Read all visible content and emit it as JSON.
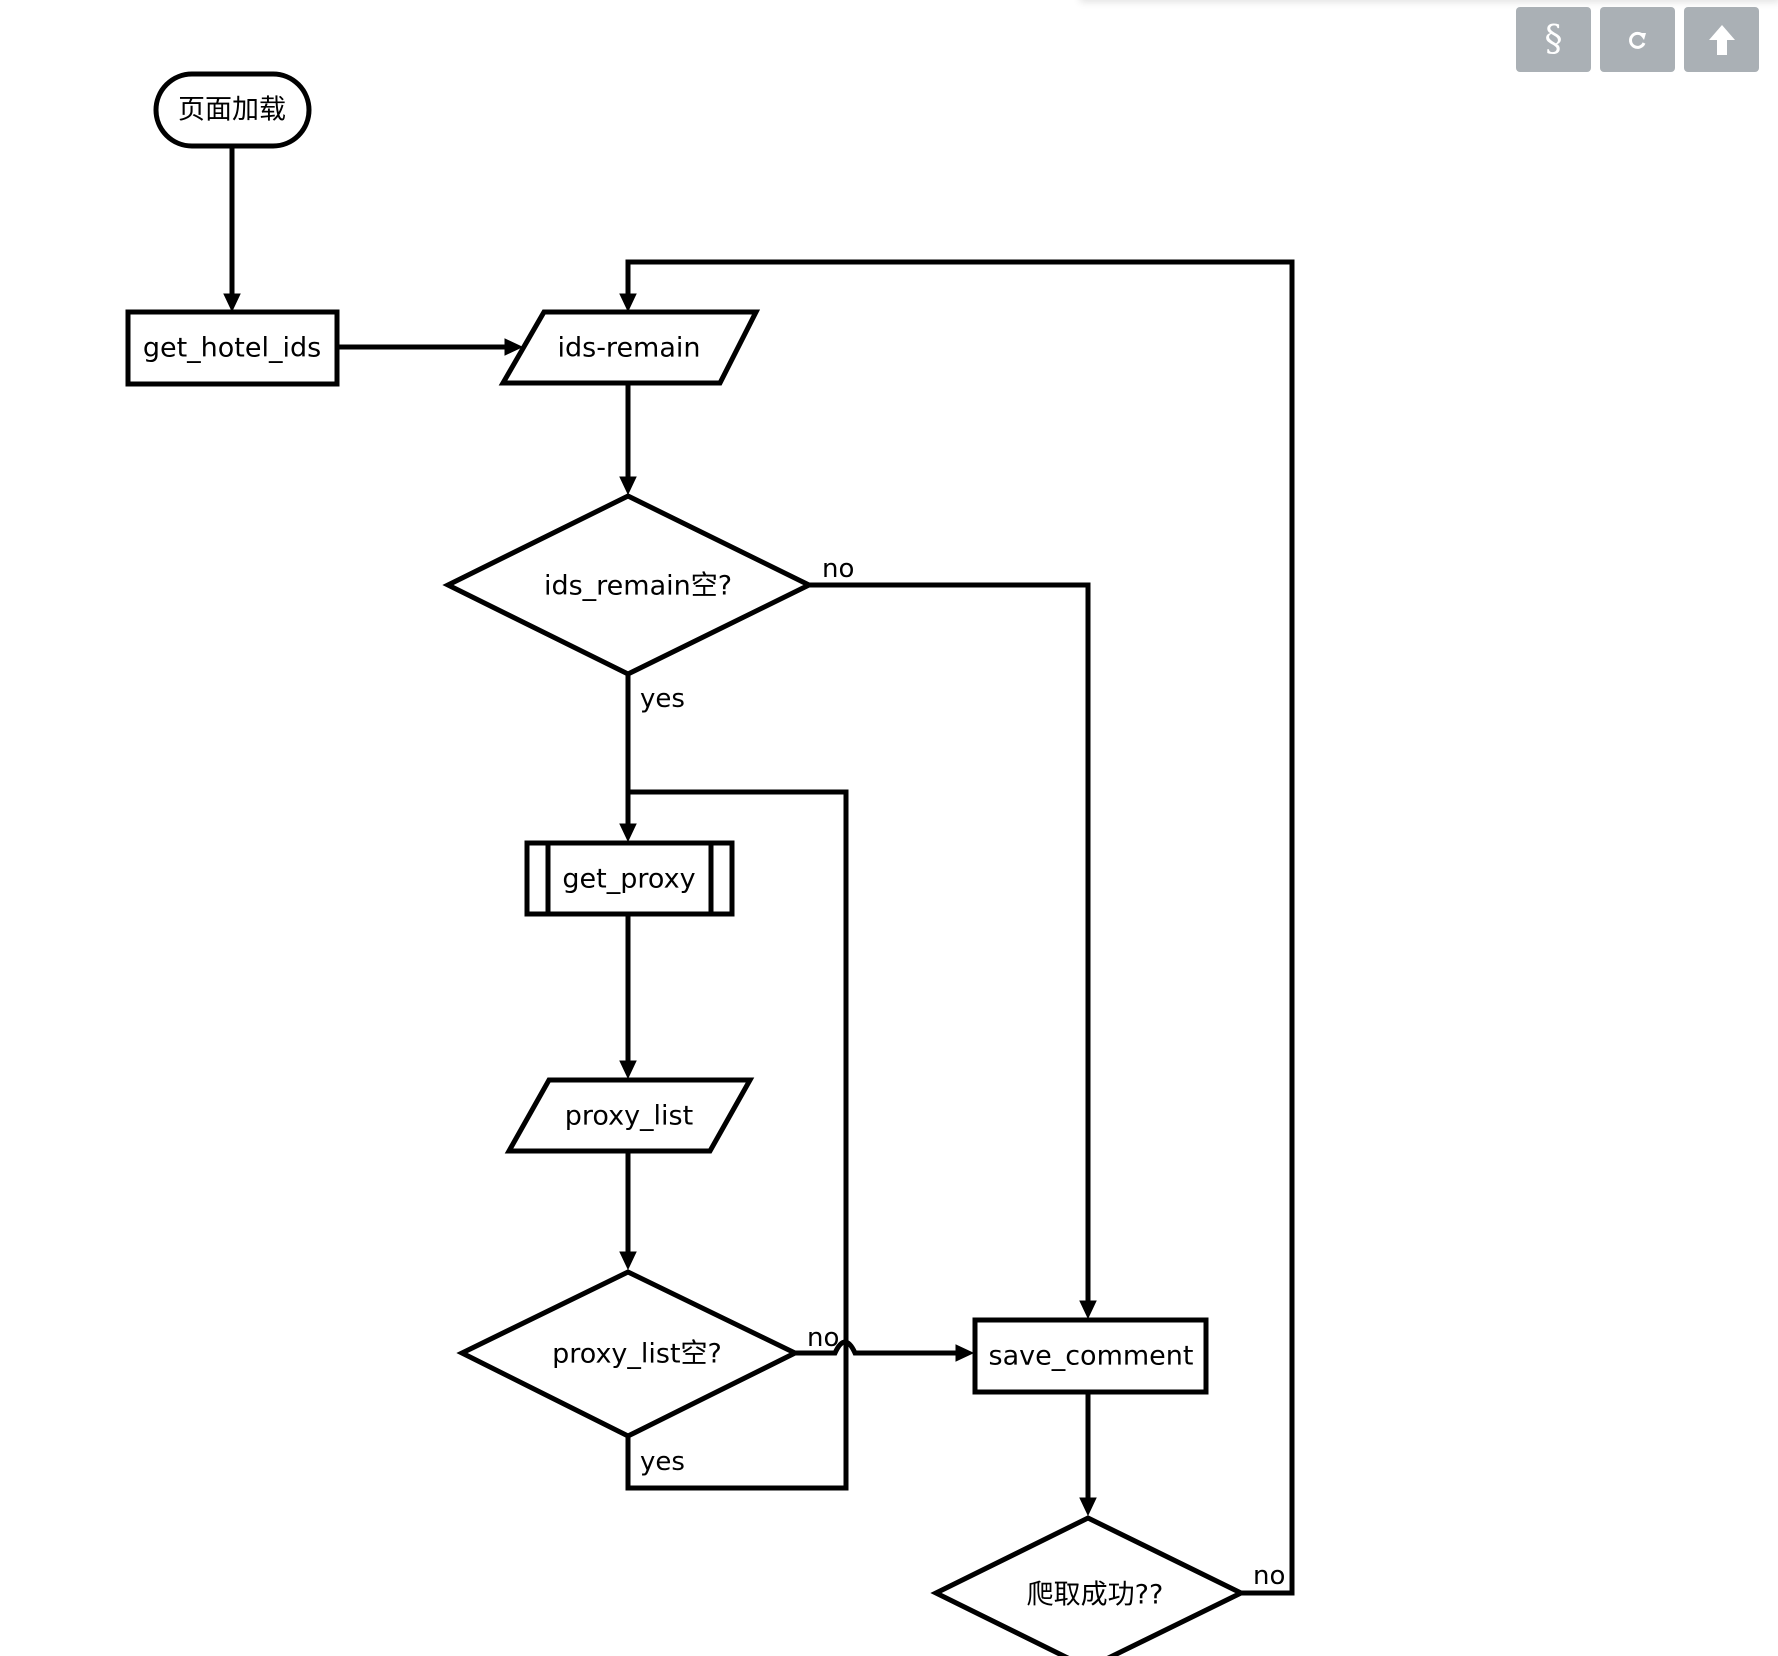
{
  "toolbar": {
    "section_glyph": "§",
    "buttons": [
      {
        "icon": "section-sign-icon"
      },
      {
        "icon": "refresh-icon"
      },
      {
        "icon": "arrow-up-icon"
      }
    ],
    "button_color": "#aab0b5"
  },
  "flowchart": {
    "nodes": {
      "start": "页面加载",
      "get_hotel_ids": "get_hotel_ids",
      "ids_remain_data": "ids-remain",
      "ids_remain_decision": "ids_remain空?",
      "get_proxy": "get_proxy",
      "proxy_list_data": "proxy_list",
      "proxy_list_decision": "proxy_list空?",
      "save_comment": "save_comment",
      "crawl_success_decision": "爬取成功??"
    },
    "edge_labels": {
      "ids_remain_no": "no",
      "ids_remain_yes": "yes",
      "proxy_list_no": "no",
      "proxy_list_yes": "yes",
      "crawl_success_no": "no"
    },
    "stroke_color": "#000000"
  }
}
